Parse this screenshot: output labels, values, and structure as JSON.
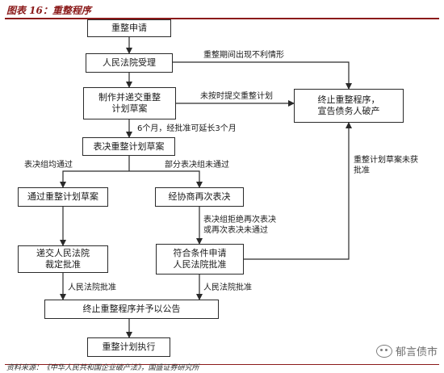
{
  "header": {
    "title": "图表 16：重整程序"
  },
  "nodes": {
    "apply": "重整申请",
    "court_accept": "人民法院受理",
    "draft_plan": "制作并递交重整\n计划草案",
    "terminate_bankrupt": "终止重整程序，\n宣告债务人破产",
    "vote_plan": "表决重整计划草案",
    "pass_plan": "通过重整计划草案",
    "renegotiate": "经协商再次表决",
    "submit_court": "递交人民法院\n裁定批准",
    "conditional_apply": "符合条件申请\n人民法院批准",
    "terminate_announce": "终止重整程序并予以公告",
    "execute_plan": "重整计划执行"
  },
  "edge_labels": {
    "adverse": "重整期间出现不利情形",
    "not_submitted": "未按时提交重整计划",
    "time_limit": "6个月，经批准可延长3个月",
    "all_pass": "表决组均通过",
    "partial_fail": "部分表决组未通过",
    "refuse_revote": "表决组拒绝再次表决\n或再次表决未通过",
    "court_approve_left": "人民法院批准",
    "court_approve_right": "人民法院批准",
    "plan_not_approved": "重整计划草案未获\n批准"
  },
  "footer": {
    "source": "资料来源：《中华人民共和国企业破产法》，国盛证券研究所",
    "watermark": "郁言债市"
  },
  "colors": {
    "accent": "#8b1a1a",
    "line": "#2a2a2a"
  }
}
